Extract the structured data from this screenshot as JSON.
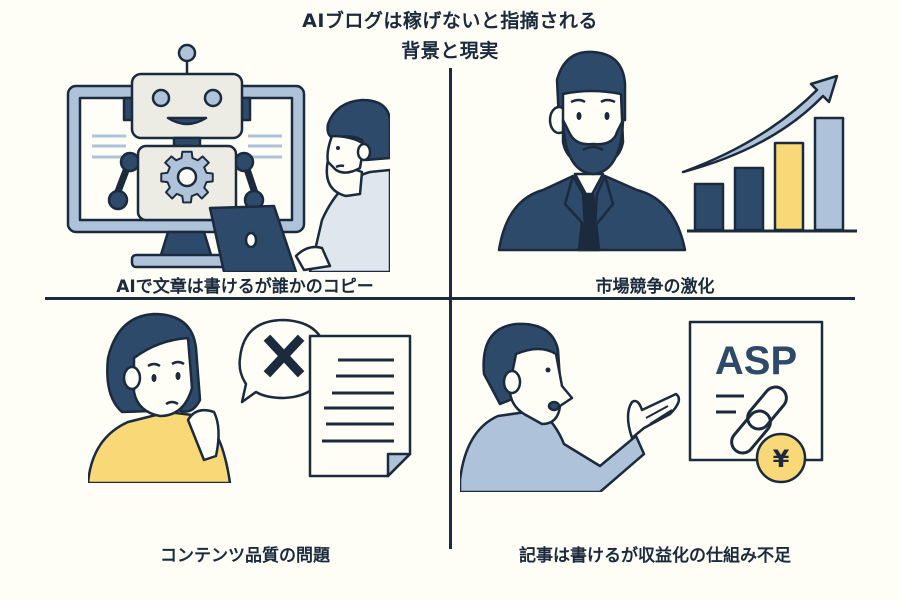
{
  "title": {
    "line1": "AIブログは稼げないと指摘される",
    "line2": "背景と現実"
  },
  "panels": [
    {
      "id": "top-left",
      "caption": "AIで文章は書けるが誰かのコピー",
      "illustration": "robot-in-monitor-with-person-on-laptop",
      "icons": [
        "robot-icon",
        "gear-icon",
        "monitor-icon",
        "laptop-icon",
        "person-icon"
      ]
    },
    {
      "id": "top-right",
      "caption": "市場競争の激化",
      "illustration": "worried-bearded-businessman-with-rising-bar-chart",
      "icons": [
        "businessman-icon",
        "bar-chart-icon",
        "arrow-up-icon"
      ],
      "bar_colors": [
        "#2d4a6b",
        "#2d4a6b",
        "#f9d977",
        "#aec3da"
      ]
    },
    {
      "id": "bottom-left",
      "caption": "コンテンツ品質の問題",
      "illustration": "worried-woman-with-rejected-document",
      "icons": [
        "woman-icon",
        "x-mark-icon",
        "speech-bubble-icon",
        "document-icon"
      ]
    },
    {
      "id": "bottom-right",
      "caption": "記事は書けるが収益化の仕組み不足",
      "illustration": "man-gesturing-at-asp-card",
      "card_label": "ASP",
      "currency_symbol": "¥",
      "icons": [
        "man-icon",
        "link-icon",
        "yen-coin-icon",
        "card-icon"
      ]
    }
  ],
  "colors": {
    "background": "#fefef6",
    "navy": "#2d4a6b",
    "outline": "#1b2a3d",
    "light_blue": "#aec3da",
    "yellow": "#f9d977",
    "light_gray": "#ecebe4"
  }
}
